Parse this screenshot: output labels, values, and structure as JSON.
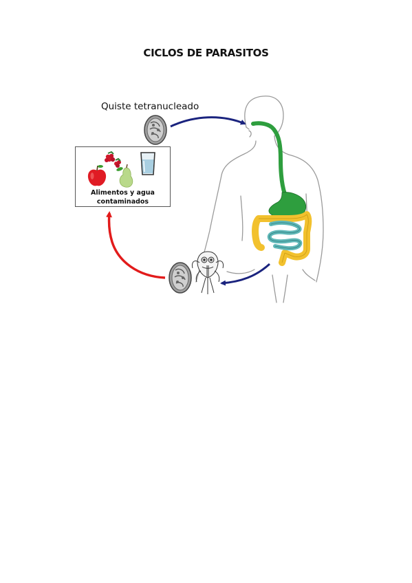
{
  "title": "CICLOS DE PARASITOS",
  "diagram": {
    "cyst_label": "Quiste tetranucleado",
    "food_box": {
      "line1": "Alimentos y agua",
      "line2": "contaminados"
    }
  },
  "colors": {
    "arrow_blue": "#1a237e",
    "arrow_red": "#e21b1b",
    "esophagus_stomach": "#2e9e3e",
    "large_intestine": "#f2c12e",
    "small_intestine": "#5fb7b7",
    "body_outline": "#9a9a9a"
  }
}
